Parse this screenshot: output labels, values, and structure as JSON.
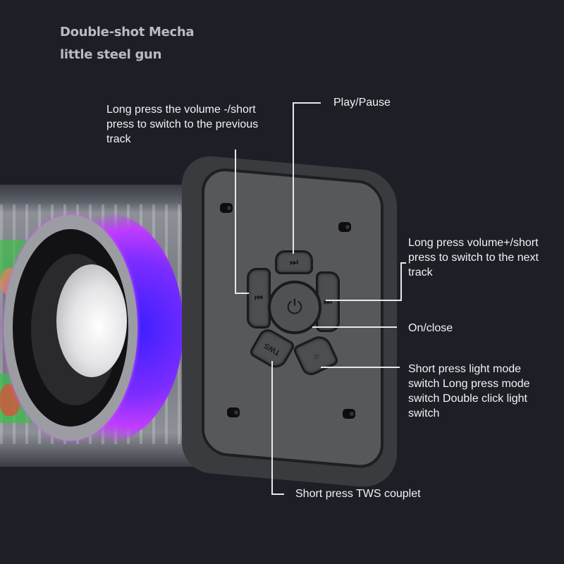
{
  "title": {
    "line1": "Double-shot Mecha",
    "line2": "little steel gun"
  },
  "callouts": {
    "prev_track": {
      "line1": "Long press the volume -/short",
      "line2": "press to switch to the previous",
      "line3": "track"
    },
    "play_pause": "Play/Pause",
    "next_track": {
      "line1": "Long press volume+/short",
      "line2": "press to switch to the next",
      "line3": "track"
    },
    "power": "On/close",
    "light": {
      "line1": "Short press light mode",
      "line2": "switch Long press mode",
      "line3": "switch Double click light",
      "line4": "switch"
    },
    "tws": "Short press TWS couplet"
  },
  "buttons": {
    "play_pause_glyph": "⏭",
    "prev_glyph": "⏮",
    "next_glyph": "⏭",
    "power_glyph": "⏻",
    "tws_label": "TWS",
    "light_glyph": "☼"
  },
  "colors": {
    "background": "#1c1f26",
    "title_text": "#b9bcc2",
    "label_text": "#f2f2f2",
    "leader_line": "#e8e8e8",
    "glow_purple": "#7a2cff",
    "panel": "#3a3b3e"
  }
}
